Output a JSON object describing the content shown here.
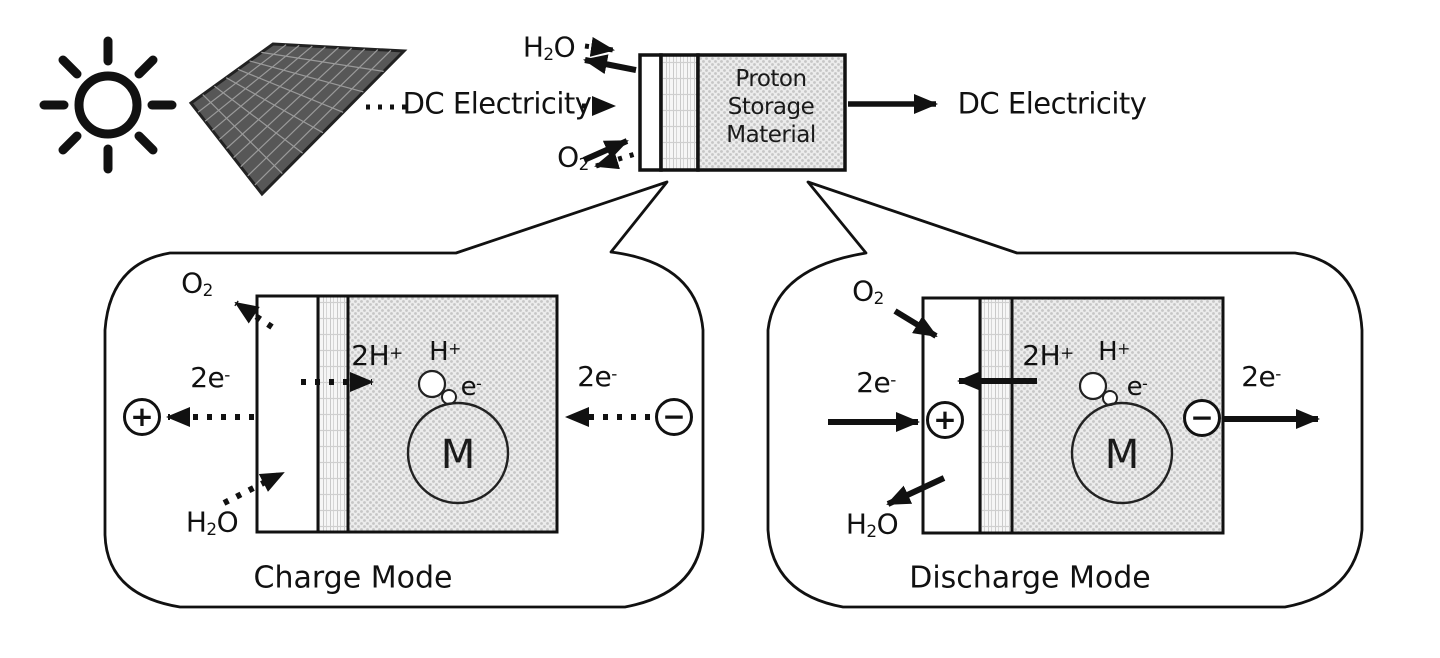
{
  "colors": {
    "ink": "#111111",
    "storage_fill": "#ececec",
    "storage_dot": "#c6c6c6",
    "membrane_fill": "#f6f6f6",
    "membrane_line": "#c9c9c9",
    "panel_fill": "#575757",
    "panel_grid": "#9a9a9a"
  },
  "labels": {
    "h2o": {
      "pre": "H",
      "sub": "2",
      "post": "O"
    },
    "o2": {
      "pre": "O",
      "sub": "2"
    },
    "two_e": {
      "pre": "2e",
      "sup": "-"
    },
    "two_h": {
      "pre": "2H",
      "sup": "+"
    },
    "h_ion": {
      "pre": "H",
      "sup": "+"
    },
    "e_ion": {
      "pre": "e",
      "sup": "-"
    },
    "metal": "M",
    "plus": "+",
    "minus": "−",
    "dc_electricity": "DC Electricity"
  },
  "device": {
    "line1": "Proton",
    "line2": "Storage",
    "line3": "Material"
  },
  "modes": {
    "charge": "Charge Mode",
    "discharge": "Discharge Mode"
  }
}
